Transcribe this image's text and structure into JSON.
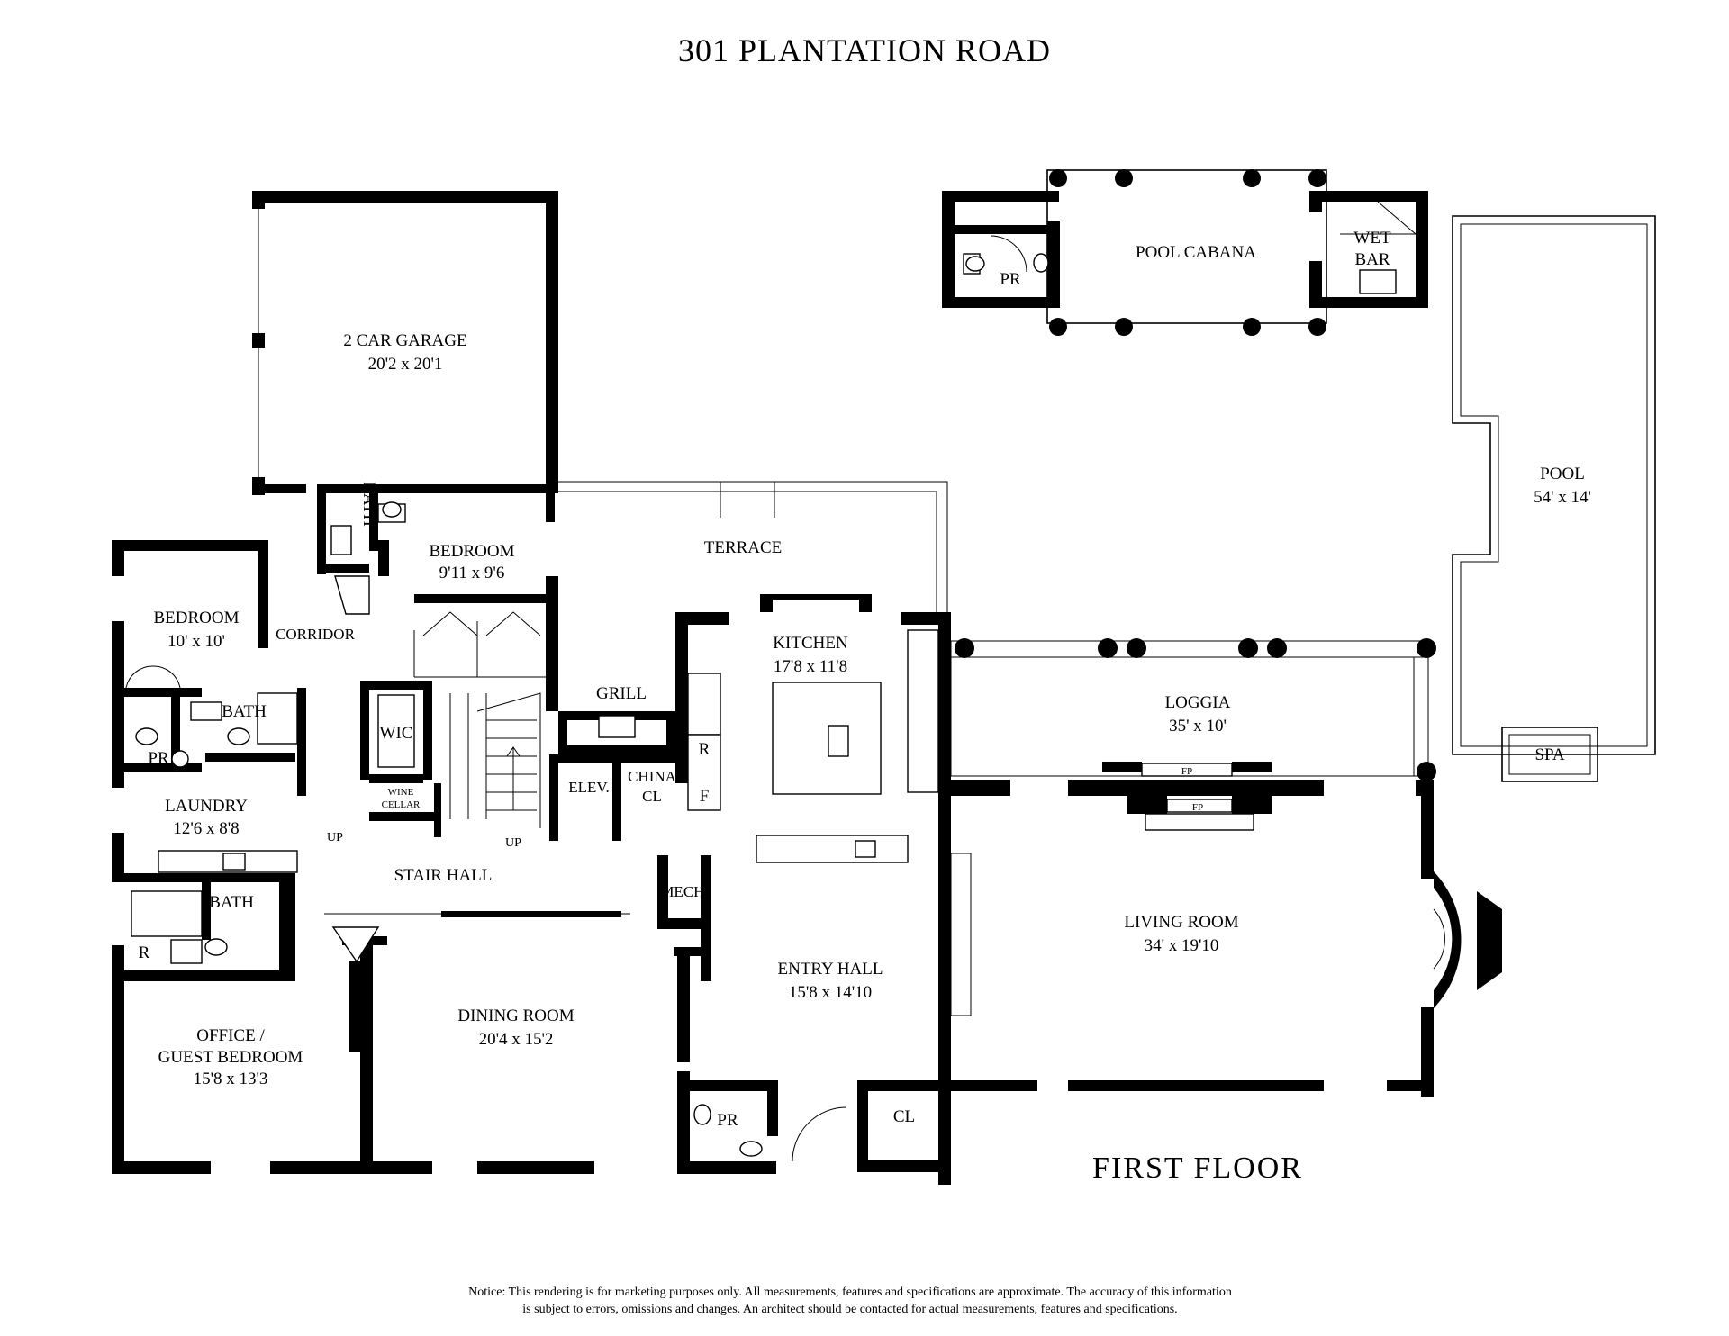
{
  "title": "301 PLANTATION ROAD",
  "floor_label": "FIRST  FLOOR",
  "rooms": {
    "garage": {
      "name": "2 CAR GARAGE",
      "dim": "20'2 x 20'1"
    },
    "pool_cabana": {
      "name": "POOL CABANA"
    },
    "cabana_pr": {
      "name": "PR"
    },
    "wet_bar": {
      "line1": "WET",
      "line2": "BAR"
    },
    "pool": {
      "name": "POOL",
      "dim": "54' x 14'"
    },
    "spa": {
      "name": "SPA"
    },
    "bath_upper": {
      "name": "BATH"
    },
    "bedroom_upper": {
      "name": "BEDROOM",
      "dim": "9'11 x 9'6"
    },
    "terrace": {
      "name": "TERRACE"
    },
    "bedroom_left": {
      "name": "BEDROOM",
      "dim": "10' x 10'"
    },
    "corridor": {
      "name": "CORRIDOR"
    },
    "kitchen": {
      "name": "KITCHEN",
      "dim": "17'8 x 11'8"
    },
    "loggia": {
      "name": "LOGGIA",
      "dim": "35' x 10'"
    },
    "grill": {
      "name": "GRILL"
    },
    "wic": {
      "name": "WIC"
    },
    "bath_mid": {
      "name": "BATH"
    },
    "pr_left": {
      "name": "PR"
    },
    "laundry": {
      "name": "LAUNDRY",
      "dim": "12'6 x 8'8"
    },
    "wine_cellar": {
      "line1": "WINE",
      "line2": "CELLAR"
    },
    "elev": {
      "name": "ELEV."
    },
    "china_cl": {
      "line1": "CHINA",
      "line2": "CL"
    },
    "fridge_r": {
      "name": "R"
    },
    "freezer_f": {
      "name": "F"
    },
    "fp_upper": {
      "name": "FP"
    },
    "fp_lower": {
      "name": "FP"
    },
    "stair_hall": {
      "name": "STAIR HALL"
    },
    "mech": {
      "name": "MECH."
    },
    "bath_lower": {
      "name": "BATH"
    },
    "fridge_r_lower": {
      "name": "R"
    },
    "living_room": {
      "name": "LIVING ROOM",
      "dim": "34' x 19'10"
    },
    "entry_hall": {
      "name": "ENTRY HALL",
      "dim": "15'8 x 14'10"
    },
    "office": {
      "line1": "OFFICE /",
      "line2": "GUEST BEDROOM",
      "dim": "15'8 x 13'3"
    },
    "dining_room": {
      "name": "DINING ROOM",
      "dim": "20'4 x 15'2"
    },
    "pr_entry": {
      "name": "PR"
    },
    "cl_entry": {
      "name": "CL"
    }
  },
  "stair_labels": {
    "up_left": "UP",
    "up_stair": "UP"
  },
  "notice": {
    "line1": "Notice: This rendering is for marketing purposes only. All measurements, features and specifications are approximate. The accuracy of this information",
    "line2": "is subject to errors, omissions and changes. An architect should be contacted for actual measurements, features and specifications."
  }
}
